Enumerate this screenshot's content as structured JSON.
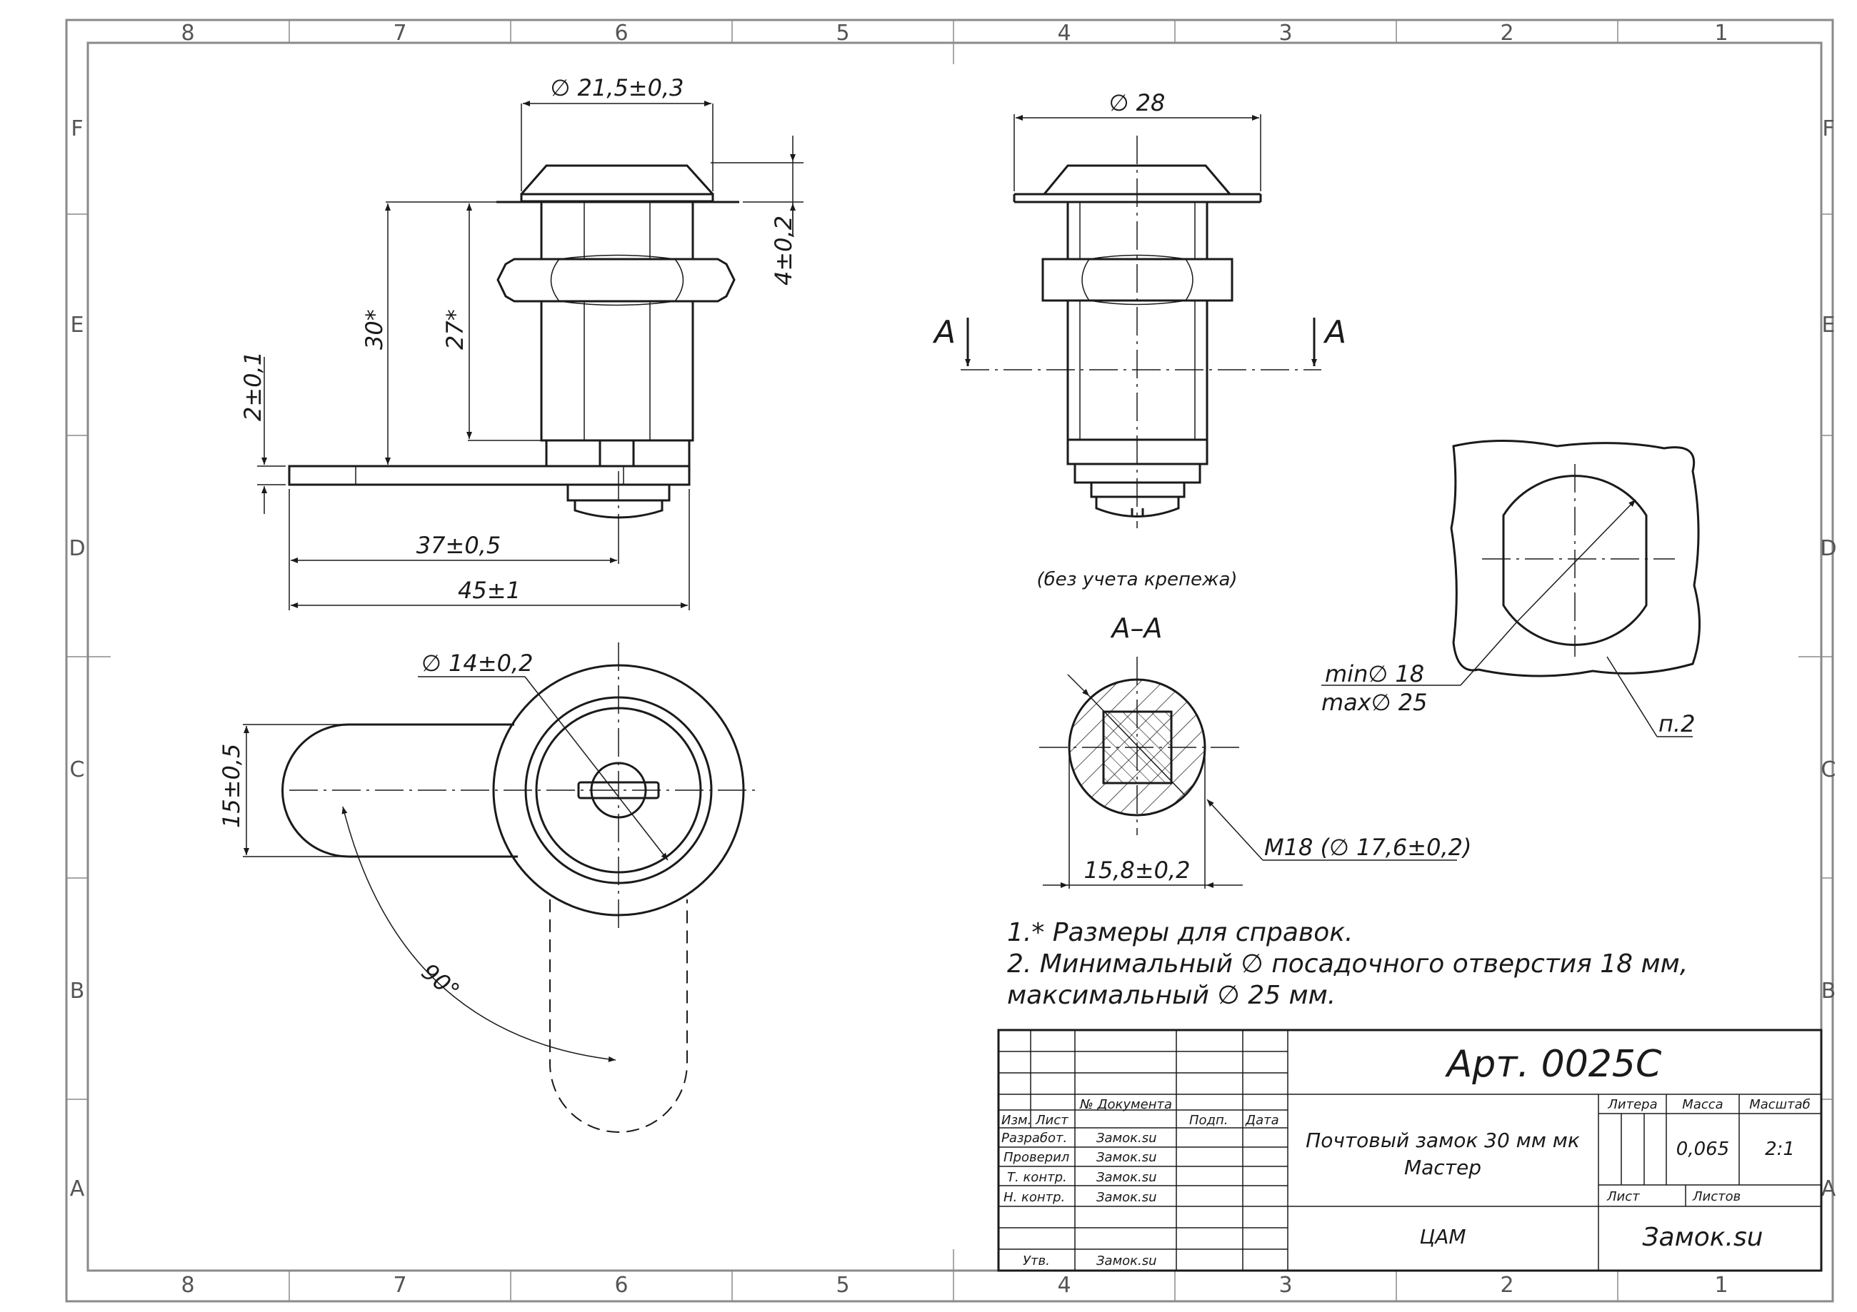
{
  "frame": {
    "cols_top": [
      "8",
      "7",
      "6",
      "5",
      "4",
      "3",
      "2",
      "1"
    ],
    "cols_bottom": [
      "8",
      "7",
      "6",
      "5",
      "4",
      "3",
      "2",
      "1"
    ],
    "rows_left": [
      "F",
      "E",
      "D",
      "C",
      "B",
      "A"
    ],
    "rows_right": [
      "F",
      "E",
      "D",
      "C",
      "B",
      "A"
    ]
  },
  "side_view": {
    "dim_diameter": "∅ 21,5±0,3",
    "dim_length_30": "30*",
    "dim_length_27": "27*",
    "dim_thickness_4": "4±0,2",
    "dim_thickness_2": "2±0,1",
    "dim_37": "37±0,5",
    "dim_45": "45±1"
  },
  "front_view": {
    "dim_diameter": "∅ 28",
    "cut_label_left": "A",
    "cut_label_right": "A",
    "note": "(без учета крепежа)"
  },
  "section": {
    "title": "A–A",
    "dim_width": "15,8±0,2",
    "dim_thread": "M18 (∅ 17,6±0,2)"
  },
  "top_view": {
    "dim_diameter": "∅ 14±0,2",
    "dim_width": "15±0,5",
    "angle": "90°"
  },
  "hole_view": {
    "min_label": "min∅ 18",
    "max_label": "max∅ 25",
    "ref": "п.2"
  },
  "notes": [
    "1.* Размеры для справок.",
    "2. Минимальный ∅ посадочного отверстия 18 мм,",
    "максимальный ∅ 25 мм."
  ],
  "title_block": {
    "article": "Арт. 0025C",
    "name_line1": "Почтовый замок 30 мм мк",
    "name_line2": "Мастер",
    "org_left": "ЦАМ",
    "org_right": "Замок.su",
    "hdr_izm": "Изм.",
    "hdr_list": "Лист",
    "hdr_doc": "№ Документа",
    "hdr_podp": "Подп.",
    "hdr_data": "Дата",
    "litera": "Литера",
    "massa": "Масса",
    "masshtab": "Масштаб",
    "mass_value": "0,065",
    "scale_value": "2:1",
    "list_label": "Лист",
    "listov_label": "Листов",
    "roles": [
      {
        "role": "Разработ.",
        "name": "Замок.su"
      },
      {
        "role": "Проверил",
        "name": "Замок.su"
      },
      {
        "role": "Т. контр.",
        "name": "Замок.su"
      },
      {
        "role": "Н. контр.",
        "name": "Замок.su"
      },
      {
        "role": "Утв.",
        "name": "Замок.su"
      }
    ]
  }
}
